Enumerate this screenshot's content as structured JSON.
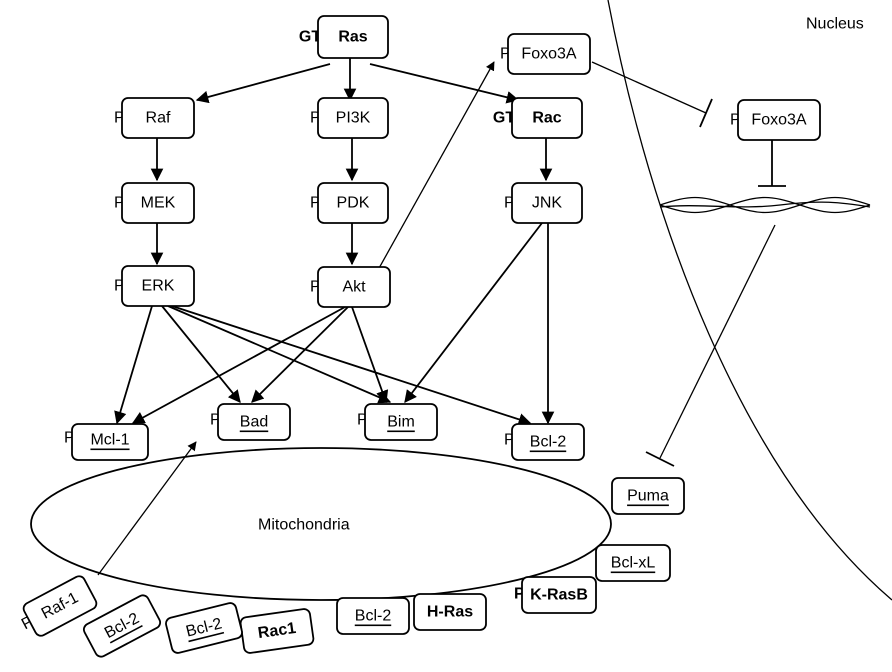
{
  "labels": {
    "nucleus": "Nucleus",
    "mitochondria": "Mitochondria"
  },
  "nodes": {
    "ras": {
      "label": "Ras",
      "prefix": "GTP-",
      "bold": true,
      "underline": false
    },
    "raf": {
      "label": "Raf",
      "prefix": "P-",
      "bold": false,
      "underline": false
    },
    "pi3k": {
      "label": "PI3K",
      "prefix": "P-",
      "bold": false,
      "underline": false
    },
    "rac": {
      "label": "Rac",
      "prefix": "GTP-",
      "bold": true,
      "underline": false
    },
    "foxo3a_cyto": {
      "label": "Foxo3A",
      "prefix": "P-",
      "bold": false,
      "underline": false
    },
    "foxo3a_nuc": {
      "label": "Foxo3A",
      "prefix": "P-",
      "bold": false,
      "underline": false
    },
    "mek": {
      "label": "MEK",
      "prefix": "P-",
      "bold": false,
      "underline": false
    },
    "pdk": {
      "label": "PDK",
      "prefix": "P-",
      "bold": false,
      "underline": false
    },
    "jnk": {
      "label": "JNK",
      "prefix": "P-",
      "bold": false,
      "underline": false
    },
    "erk": {
      "label": "ERK",
      "prefix": "P-",
      "bold": false,
      "underline": false
    },
    "akt": {
      "label": "Akt",
      "prefix": "P-",
      "bold": false,
      "underline": false
    },
    "mcl1": {
      "label": "Mcl-1",
      "prefix": "P-",
      "bold": false,
      "underline": true
    },
    "bad": {
      "label": "Bad",
      "prefix": "P-",
      "bold": false,
      "underline": true
    },
    "bim": {
      "label": "Bim",
      "prefix": "P-",
      "bold": false,
      "underline": true
    },
    "bcl2_top": {
      "label": "Bcl-2",
      "prefix": "P-",
      "bold": false,
      "underline": true
    },
    "puma": {
      "label": "Puma",
      "prefix": "",
      "bold": false,
      "underline": true
    },
    "bclxl": {
      "label": "Bcl-xL",
      "prefix": "",
      "bold": false,
      "underline": true
    },
    "kras": {
      "label": "K-RasB",
      "prefix": "P-",
      "bold": true,
      "underline": false
    },
    "hras": {
      "label": "H-Ras",
      "prefix": "",
      "bold": true,
      "underline": false
    },
    "bcl2_bottom": {
      "label": "Bcl-2",
      "prefix": "",
      "bold": false,
      "underline": true
    },
    "rac1": {
      "label": "Rac1",
      "prefix": "",
      "bold": true,
      "underline": false
    },
    "bcl2_left": {
      "label": "Bcl-2",
      "prefix": "",
      "bold": false,
      "underline": true
    },
    "raf1": {
      "label": "Raf-1",
      "prefix": "P-",
      "bold": false,
      "underline": false
    },
    "bcl2_rotated": {
      "label": "Bcl-2",
      "prefix": "",
      "bold": false,
      "underline": true
    }
  },
  "edges": [
    {
      "from": "ras",
      "to": "raf",
      "type": "activation"
    },
    {
      "from": "ras",
      "to": "pi3k",
      "type": "activation"
    },
    {
      "from": "ras",
      "to": "rac",
      "type": "activation"
    },
    {
      "from": "raf",
      "to": "mek",
      "type": "activation"
    },
    {
      "from": "mek",
      "to": "erk",
      "type": "activation"
    },
    {
      "from": "pi3k",
      "to": "pdk",
      "type": "activation"
    },
    {
      "from": "pdk",
      "to": "akt",
      "type": "activation"
    },
    {
      "from": "rac",
      "to": "jnk",
      "type": "activation"
    },
    {
      "from": "akt",
      "to": "foxo3a_cyto",
      "type": "activation"
    },
    {
      "from": "foxo3a_cyto",
      "to": "foxo3a_nuc",
      "type": "inhibition"
    },
    {
      "from": "foxo3a_nuc",
      "to": "dna",
      "type": "inhibition"
    },
    {
      "from": "dna",
      "to": "puma",
      "type": "inhibition"
    },
    {
      "from": "erk",
      "to": "mcl1",
      "type": "activation"
    },
    {
      "from": "erk",
      "to": "bad",
      "type": "activation"
    },
    {
      "from": "erk",
      "to": "bim",
      "type": "activation"
    },
    {
      "from": "erk",
      "to": "bcl2_top",
      "type": "activation"
    },
    {
      "from": "akt",
      "to": "mcl1",
      "type": "activation"
    },
    {
      "from": "akt",
      "to": "bad",
      "type": "activation"
    },
    {
      "from": "akt",
      "to": "bim",
      "type": "activation"
    },
    {
      "from": "jnk",
      "to": "bim",
      "type": "activation"
    },
    {
      "from": "jnk",
      "to": "bcl2_top",
      "type": "activation"
    },
    {
      "from": "raf1",
      "to": "bad",
      "type": "activation"
    }
  ]
}
